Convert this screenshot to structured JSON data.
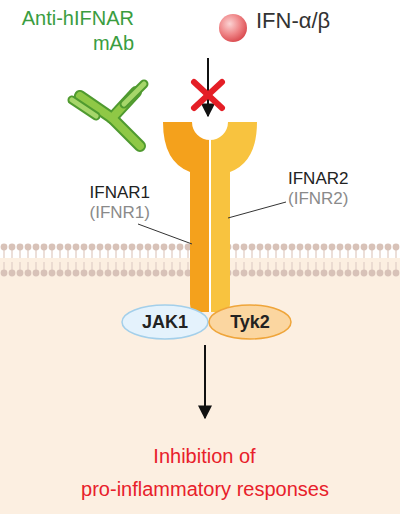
{
  "diagram": {
    "nodes": [
      {
        "text": [
          "JAK1"
        ]
      },
      {
        "text": [
          "Tyk2"
        ]
      }
    ],
    "labels": [
      "Anti-hIFNAR mAb",
      "IFN-α/β",
      "IFNAR1",
      "(IFNR1)",
      "IFNAR2",
      "(IFNR2)",
      "Inhibition of pro-inflammatory responses"
    ]
  }
}
